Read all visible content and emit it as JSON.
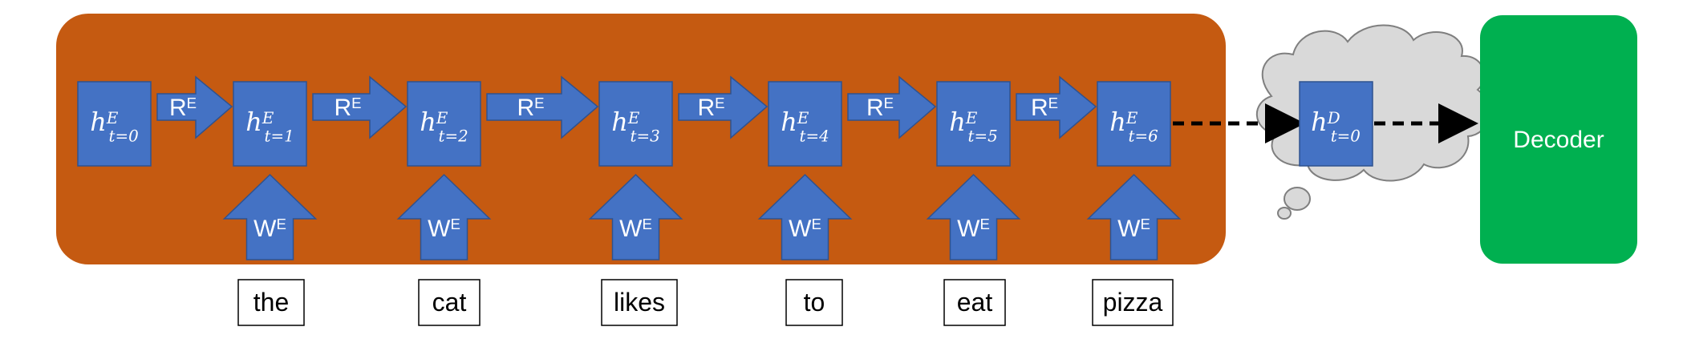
{
  "colors": {
    "encoder_background": "#C55A11",
    "block_fill": "#4472C4",
    "block_stroke": "#2F528F",
    "decoder_fill": "#00B050",
    "cloud_fill": "#D9D9D9",
    "cloud_stroke": "#7F7F7F",
    "arrow_dash": "#000000",
    "text_light": "#FFFFFF",
    "text_dark": "#000000"
  },
  "encoder": {
    "hidden_states": [
      {
        "base": "h",
        "sup": "E",
        "sub": "t=0"
      },
      {
        "base": "h",
        "sup": "E",
        "sub": "t=1"
      },
      {
        "base": "h",
        "sup": "E",
        "sub": "t=2"
      },
      {
        "base": "h",
        "sup": "E",
        "sub": "t=3"
      },
      {
        "base": "h",
        "sup": "E",
        "sub": "t=4"
      },
      {
        "base": "h",
        "sup": "E",
        "sub": "t=5"
      },
      {
        "base": "h",
        "sup": "E",
        "sub": "t=6"
      }
    ],
    "recurrent_weight": {
      "base": "R",
      "sup": "E"
    },
    "input_weight": {
      "base": "W",
      "sup": "E"
    },
    "words": [
      "the",
      "cat",
      "likes",
      "to",
      "eat",
      "pizza"
    ]
  },
  "context": {
    "base": "h",
    "sup": "D",
    "sub": "t=0"
  },
  "decoder": {
    "label": "Decoder"
  }
}
